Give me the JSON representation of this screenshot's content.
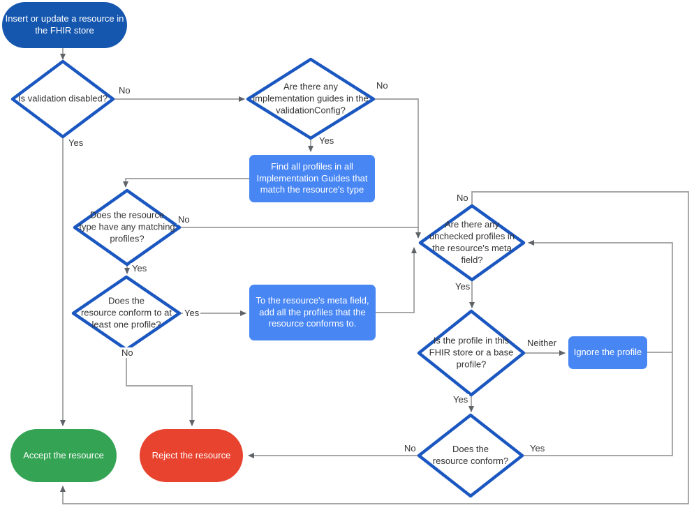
{
  "diagram": {
    "nodes": {
      "start": {
        "label": "Insert or update a resource in\nthe FHIR store"
      },
      "validation_disabled": {
        "label": "Is validation disabled?"
      },
      "implementation_guides": {
        "label": "Are there any\nimplementation guides in the\nvalidationConfig?"
      },
      "find_profiles": {
        "label": "Find all profiles in all\nImplementation Guides that\nmatch the resource's type"
      },
      "matching_profiles": {
        "label": "Does the resource\ntype have any matching\nprofiles?"
      },
      "conform_one": {
        "label": "Does the\nresource conform to at\nleast one profile?"
      },
      "add_profiles": {
        "label": "To the resource's meta field,\nadd all the profiles that the\nresource conforms to."
      },
      "unchecked_profiles": {
        "label": "Are there any\nunchecked profiles in\nthe resource's meta\nfield?"
      },
      "profile_in_store": {
        "label": "Is the profile in this\nFHIR store or a base\nprofile?"
      },
      "ignore_profile": {
        "label": "Ignore the profile"
      },
      "resource_conform": {
        "label": "Does the\nresource conform?"
      },
      "accept": {
        "label": "Accept the resource"
      },
      "reject": {
        "label": "Reject the resource"
      }
    },
    "edge_labels": {
      "validation_disabled_no": "No",
      "validation_disabled_yes": "Yes",
      "implementation_guides_no": "No",
      "implementation_guides_yes": "Yes",
      "matching_profiles_no": "No",
      "matching_profiles_yes": "Yes",
      "conform_one_yes": "Yes",
      "conform_one_no": "No",
      "unchecked_profiles_no": "No",
      "unchecked_profiles_yes": "Yes",
      "profile_in_store_neither": "Neither",
      "profile_in_store_yes": "Yes",
      "resource_conform_no": "No",
      "resource_conform_yes": "Yes"
    },
    "colors": {
      "start_fill": "#1557ae",
      "process_fill": "#4886f4",
      "decision_stroke": "#1b57c0",
      "accept_fill": "#34a353",
      "reject_fill": "#e8432f",
      "connector": "#9b9b9b",
      "arrowhead": "#5f6368",
      "text_dark": "#333333",
      "text_light": "#ffffff"
    }
  }
}
